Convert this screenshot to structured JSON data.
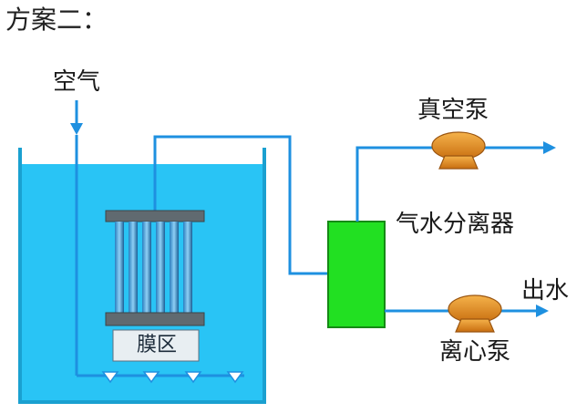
{
  "title": "方案二：",
  "labels": {
    "air": "空气",
    "vacuum_pump": "真空泵",
    "gas_water_separator": "气水分离器",
    "outlet_water": "出水",
    "centrifugal_pump": "离心泵",
    "membrane_zone": "膜区"
  },
  "colors": {
    "tank_water": "#29c4f5",
    "pipe": "#1e90e0",
    "separator": "#22e022",
    "pump": "#e08a1e",
    "membrane_frame": "#606a70",
    "membrane_tubes": "#1f6fa8"
  }
}
